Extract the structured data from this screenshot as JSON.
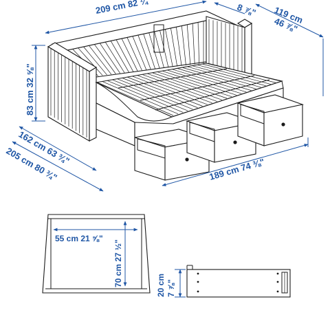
{
  "diagram": {
    "colors": {
      "dimension": "#1f56a5",
      "line": "#1a1a1a",
      "background": "#ffffff"
    },
    "daybed": {
      "top_width": "209 cm 82 ¼\"",
      "top_depth_partial": "8 ⅞\"",
      "depth_cm": "119 cm",
      "depth_in": "46 ⅞\"",
      "height": "83 cm 32 ⅝\"",
      "side_depth": "162 cm 63 ¾\"",
      "total_length": "205 cm 80 ¾\"",
      "drawers_width": "189 cm 74 ⅜\""
    },
    "drawer_top_view": {
      "width": "55 cm 21 ⅝\"",
      "length": "70 cm 27 ½\""
    },
    "drawer_side_view": {
      "height_cm": "20 cm",
      "height_in": "7 ⅞\""
    }
  }
}
